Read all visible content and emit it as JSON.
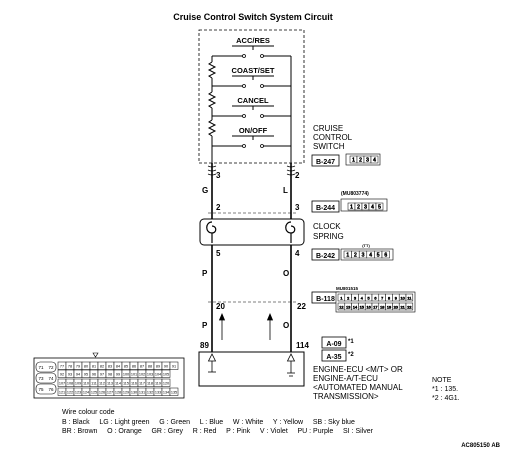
{
  "title": "Cruise Control Switch System Circuit",
  "switches": [
    "ACC/RES",
    "COAST/SET",
    "CANCEL",
    "ON/OFF"
  ],
  "switch_label": [
    "CRUISE",
    "CONTROL",
    "SWITCH"
  ],
  "pins": {
    "top_left": "3",
    "top_right": "2",
    "cs_left": "2",
    "cs_right": "3",
    "cs_bottom_left": "5",
    "cs_bottom_right": "4",
    "mid_left": "20",
    "mid_right": "22",
    "ecu_left": "89",
    "ecu_right": "114"
  },
  "wire_colors": {
    "upper_left": "G",
    "upper_right": "L",
    "lower_left_1": "P",
    "lower_right_1": "O",
    "lower_left_2": "P",
    "lower_right_2": "O"
  },
  "connectors": {
    "b247": "B-247",
    "b244": "B-244",
    "b242": "B-242",
    "b118": "B-118",
    "a09": "A-09",
    "a35": "A-35",
    "b244_part": "(MU803774)",
    "b118_part": "MU801515",
    "b242_tag": "(TT)",
    "star1": "*1",
    "star2": "*2"
  },
  "b247_pins": [
    "1",
    "2",
    "3",
    "4"
  ],
  "b244_pins": [
    "1",
    "2",
    "3",
    "4",
    "5"
  ],
  "b242_pins": [
    "1",
    "2",
    "3",
    "4",
    "5",
    "6"
  ],
  "b118_pins_row1": [
    "1",
    "2",
    "3",
    "4",
    "5",
    "6",
    "7",
    "8",
    "9",
    "10",
    "11"
  ],
  "b118_pins_row2": [
    "12",
    "13",
    "14",
    "15",
    "16",
    "17",
    "18",
    "19",
    "20",
    "21",
    "22"
  ],
  "clock_spring_label": [
    "CLOCK",
    "SPRING"
  ],
  "ecu_label": [
    "ENGINE-ECU <M/T> OR",
    "ENGINE-A/T-ECU",
    "<AUTOMATED MANUAL",
    "TRANSMISSION>"
  ],
  "note": {
    "title": "NOTE",
    "line1": "*1 : 135.",
    "line2": "*2 : 4G1."
  },
  "ecu_conn": {
    "row1": [
      "77",
      "78",
      "79",
      "80",
      "81",
      "82",
      "83",
      "84",
      "85",
      "86",
      "87",
      "88",
      "89",
      "90",
      "91"
    ],
    "row2": [
      "92",
      "93",
      "94",
      "95",
      "96",
      "97",
      "98",
      "99",
      "100",
      "101",
      "102",
      "103",
      "104",
      "105"
    ],
    "row3": [
      "107",
      "108",
      "109",
      "110",
      "111",
      "112",
      "113",
      "114",
      "115",
      "116",
      "117",
      "118",
      "119",
      "120"
    ],
    "row4": [
      "121",
      "122",
      "123",
      "124",
      "125",
      "126",
      "127",
      "128",
      "129",
      "130",
      "131",
      "132",
      "133",
      "134",
      "135"
    ],
    "side_left": [
      "71",
      "72",
      "73",
      "74",
      "75",
      "76"
    ]
  },
  "legend": {
    "title": "Wire colour code",
    "line1": "B : Black     LG : Light green     G : Green     L : Blue     W : White     Y : Yellow     SB : Sky blue",
    "line2": "BR : Brown     O : Orange     GR : Grey     R : Red     P : Pink     V : Violet     PU : Purple     SI : Silver"
  },
  "figure_id": "AC805150 AB"
}
